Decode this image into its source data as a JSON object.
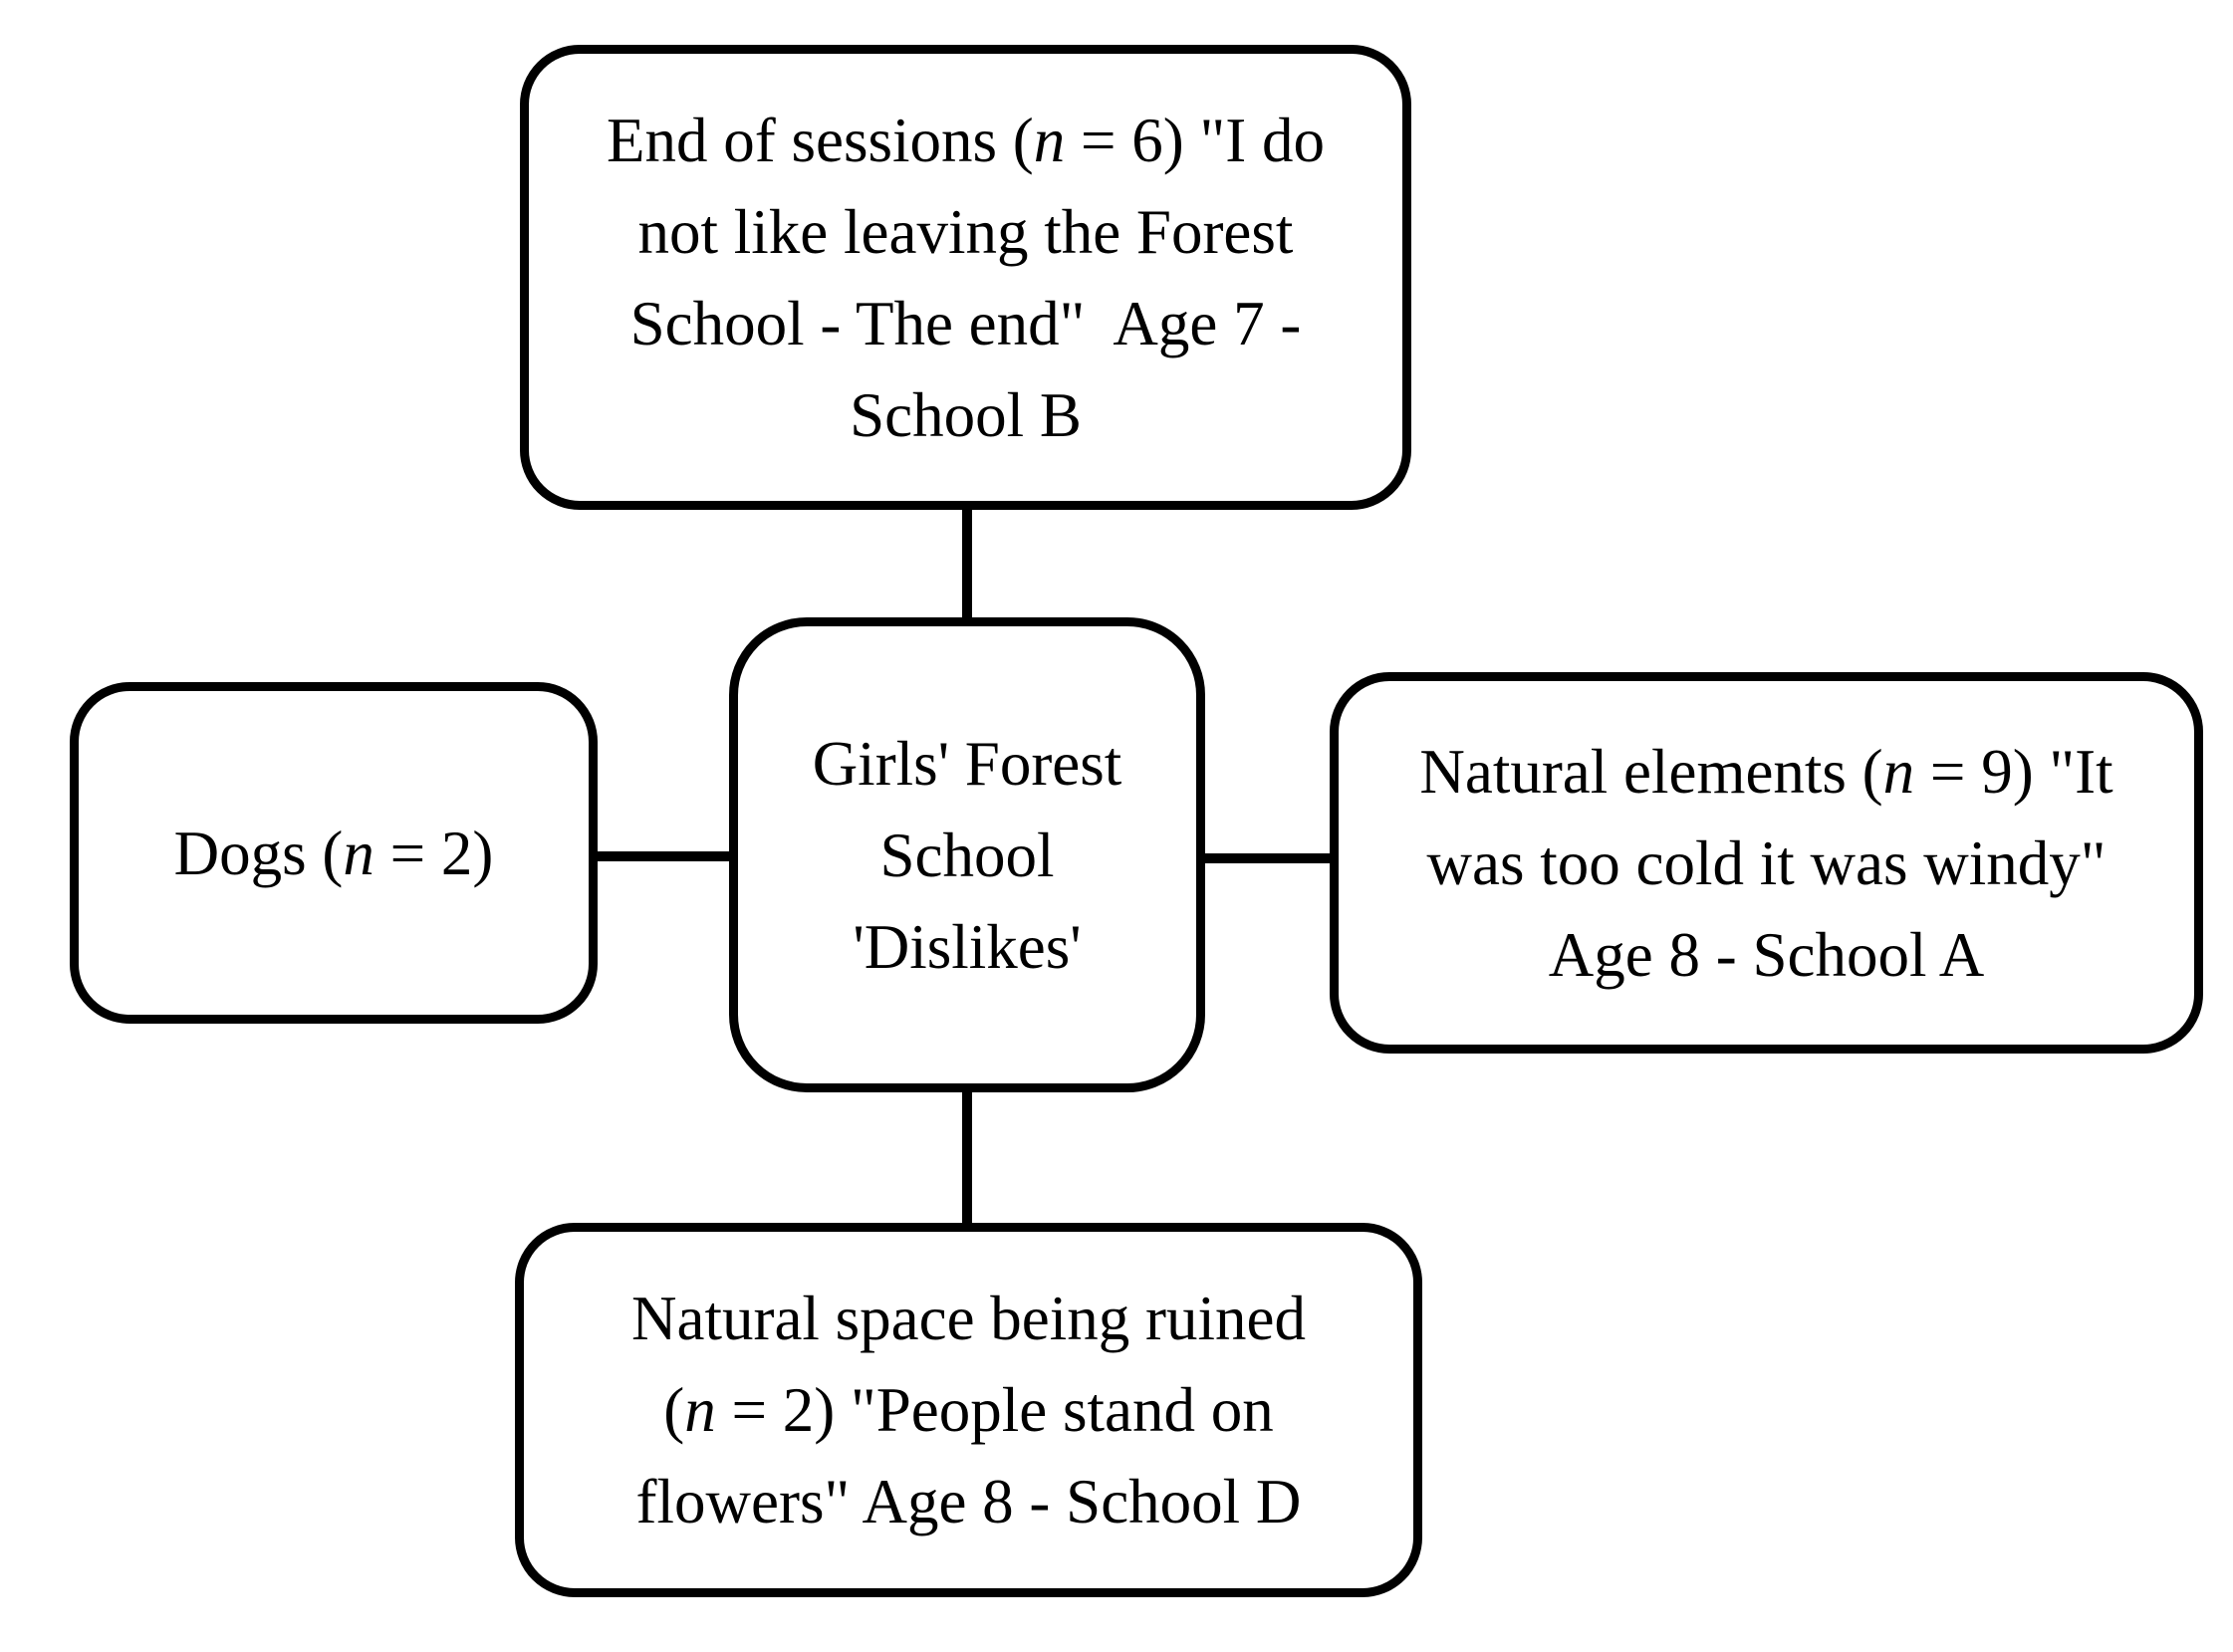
{
  "diagram": {
    "background": "#ffffff",
    "stroke_color": "#000000",
    "nodes": {
      "top": {
        "label": "End of sessions (n = 6) \"I do not like leaving the Forest School - The end\"  Age 7 - School B",
        "lines": [
          [
            {
              "t": "End of sessions ("
            },
            {
              "t": "n",
              "i": true
            },
            {
              "t": " = 6) \"I do"
            }
          ],
          [
            {
              "t": "not like leaving the Forest"
            }
          ],
          [
            {
              "t": "School - The end\"  Age 7 -"
            }
          ],
          [
            {
              "t": "School B"
            }
          ]
        ]
      },
      "center": {
        "label": "Girls' Forest School 'Dislikes'",
        "lines": [
          [
            {
              "t": "Girls' Forest"
            }
          ],
          [
            {
              "t": "School"
            }
          ],
          [
            {
              "t": "'Dislikes'"
            }
          ]
        ]
      },
      "left": {
        "label": "Dogs (n = 2)",
        "lines": [
          [
            {
              "t": "Dogs ("
            },
            {
              "t": "n",
              "i": true
            },
            {
              "t": " = 2)"
            }
          ]
        ]
      },
      "right": {
        "label": "Natural elements (n = 9) \"It was too cold it was windy\" Age 8 - School A",
        "lines": [
          [
            {
              "t": "Natural elements ("
            },
            {
              "t": "n",
              "i": true
            },
            {
              "t": " = 9) \"It"
            }
          ],
          [
            {
              "t": "was too cold it was windy\""
            }
          ],
          [
            {
              "t": "Age 8 - School A"
            }
          ]
        ]
      },
      "bottom": {
        "label": "Natural space being ruined (n = 2) \"People stand on flowers\" Age 8 - School D",
        "lines": [
          [
            {
              "t": "Natural space being ruined"
            }
          ],
          [
            {
              "t": "("
            },
            {
              "t": "n",
              "i": true
            },
            {
              "t": " = 2) \"People stand on"
            }
          ],
          [
            {
              "t": "flowers\" Age 8 - School D"
            }
          ]
        ]
      }
    }
  }
}
